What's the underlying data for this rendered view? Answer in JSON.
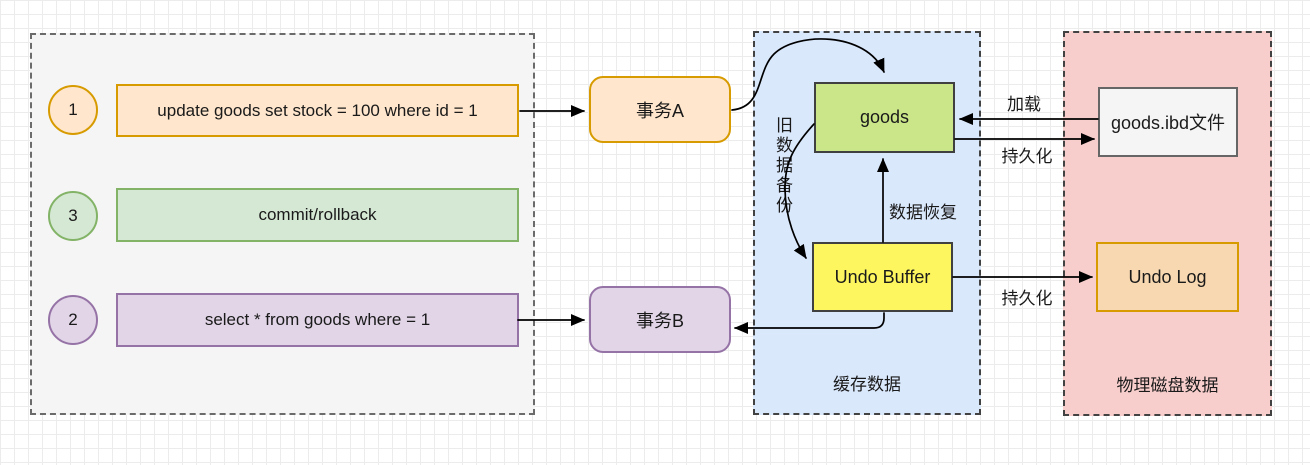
{
  "colors": {
    "orange_fill": "#ffe6cc",
    "orange_stroke": "#d79b00",
    "green_fill": "#d5e8d4",
    "green_stroke": "#82b366",
    "purple_fill": "#e1d5e7",
    "purple_stroke": "#9673a6",
    "blue_region_fill": "#dae8fc",
    "red_region_fill": "#f8cecc",
    "gray_panel_fill": "#f5f5f5",
    "goods_fill": "#cbe688",
    "undo_buffer_fill": "#fdf65f",
    "file_fill": "#f5f5f5",
    "undo_log_fill": "#f8d8b0",
    "line": "#000000"
  },
  "steps": [
    {
      "num": "1",
      "text": "update goods set stock = 100 where id = 1"
    },
    {
      "num": "3",
      "text": "commit/rollback"
    },
    {
      "num": "2",
      "text": "select * from goods where = 1"
    }
  ],
  "nodes": {
    "transaction_a": "事务A",
    "transaction_b": "事务B",
    "goods": "goods",
    "undo_buffer": "Undo Buffer",
    "goods_ibd_file": "goods.ibd文件",
    "undo_log": "Undo Log"
  },
  "regions": {
    "cache_label": "缓存数据",
    "disk_label": "物理磁盘数据"
  },
  "edge_labels": {
    "load": "加载",
    "persist_to_file": "持久化",
    "persist_to_log": "持久化",
    "data_recovery": "数据恢复",
    "old_data_backup": "旧数据备份"
  }
}
